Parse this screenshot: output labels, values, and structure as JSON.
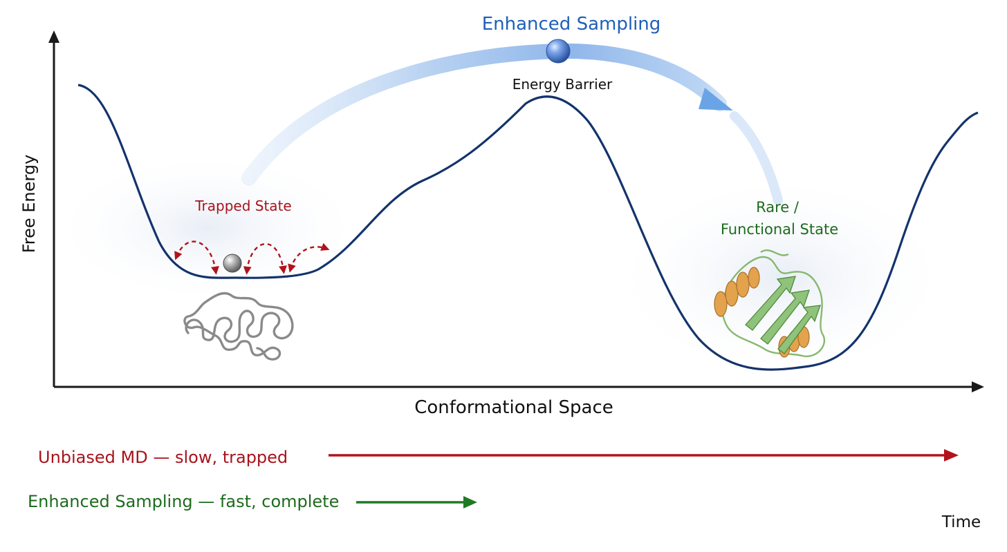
{
  "labels": {
    "enhanced_title": "Enhanced Sampling",
    "energy_barrier": "Energy Barrier",
    "trapped_state": "Trapped State",
    "rare_state_line1": "Rare /",
    "rare_state_line2": "Functional State",
    "y_axis": "Free Energy",
    "x_axis": "Conformational Space",
    "time": "Time"
  },
  "timeline": {
    "unbiased": "Unbiased MD — slow, trapped",
    "enhanced": "Enhanced Sampling — fast, complete"
  },
  "colors": {
    "curve": "#13336b",
    "axis": "#1a1a1a",
    "enhanced_blue": "#1f5fb8",
    "trapped_red": "#a8131c",
    "functional_green": "#1d6b1d",
    "unbiased_arrow": "#b3121b",
    "enhanced_arrow": "#1f7a26",
    "helix": "#e3a24c",
    "sheet": "#8fc27a"
  },
  "icons": {
    "trapped_ball": "gray-ball-icon",
    "sampling_ball": "blue-ball-icon",
    "unfolded_chain": "unfolded-chain-icon",
    "folded_protein": "folded-protein-icon"
  }
}
